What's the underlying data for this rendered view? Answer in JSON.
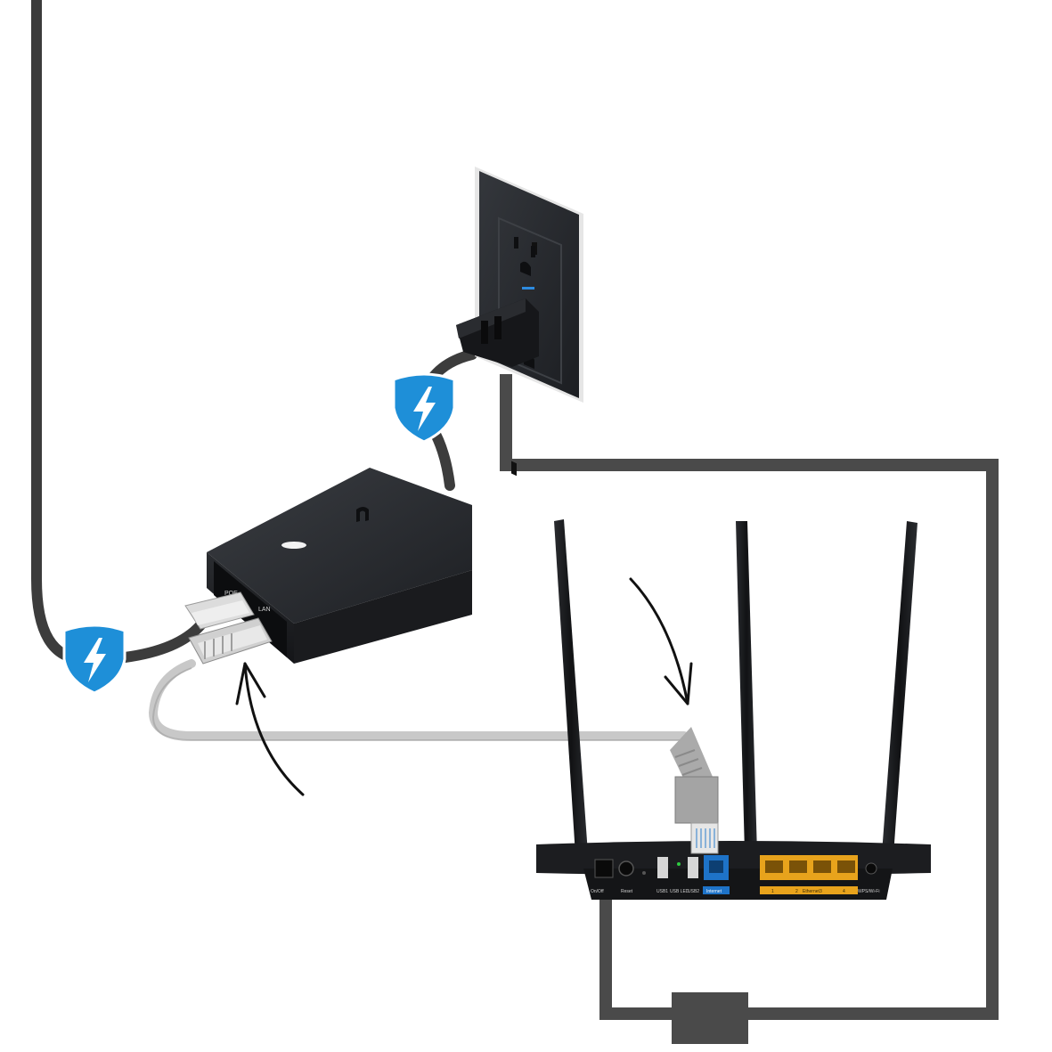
{
  "colors": {
    "background": "#ffffff",
    "power_cable": "#4a4a4a",
    "poe_cable": "#3c3c3c",
    "ethernet_cable": "#c8c8c8",
    "shield_blue": "#1e8fd8",
    "device_black": "#1f2226",
    "wall_plate": "#2b2d31",
    "wan_port": "#1e73c8",
    "lan_port": "#e8a31c"
  },
  "poe_injector": {
    "port_labels": [
      "POE",
      "LAN"
    ]
  },
  "router": {
    "port_labels": [
      "On/Off",
      "Reset",
      "USB1",
      "USB LED",
      "USB2",
      "Internet",
      "1",
      "2",
      "Ethernet",
      "3",
      "4",
      "WPS/Wi-Fi"
    ]
  },
  "icons": [
    "lightning-shield-icon",
    "lightning-shield-icon",
    "curved-arrow-icon",
    "curved-arrow-icon",
    "power-adapter-icon"
  ]
}
